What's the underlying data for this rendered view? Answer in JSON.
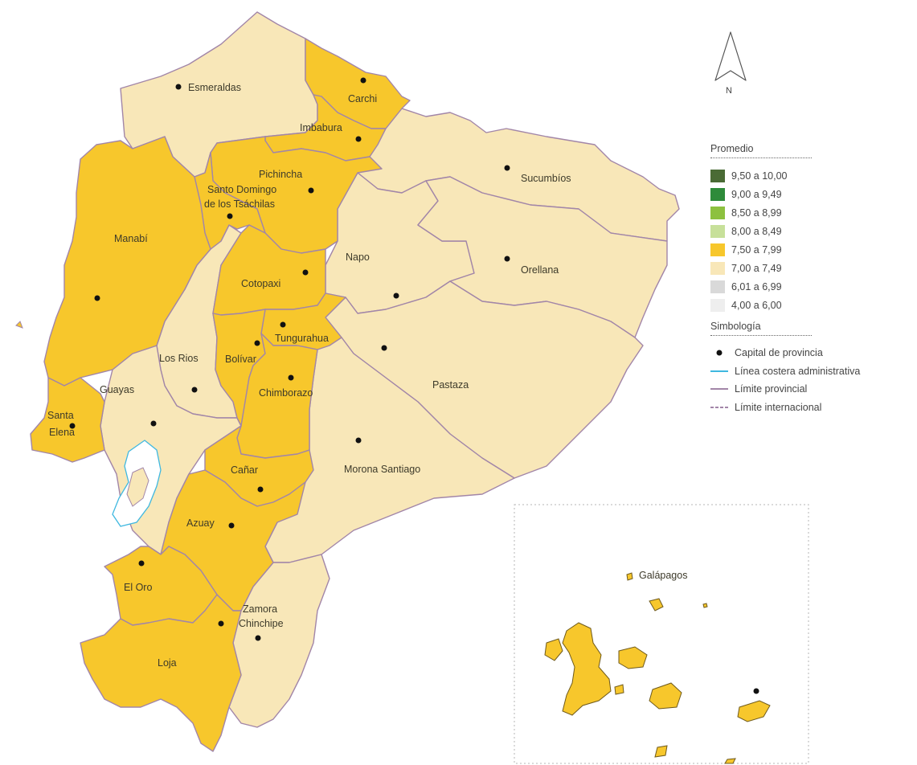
{
  "colors": {
    "class_750_799": "#f7c72c",
    "class_700_749": "#f8e7b8",
    "border_provincial": "#a286a8",
    "coast": "#3fb8e0",
    "water": "#ffffff"
  },
  "north_label": "N",
  "provinces": [
    {
      "id": "esmeraldas",
      "name": "Esmeraldas",
      "class": "7,00 a 7,49"
    },
    {
      "id": "carchi",
      "name": "Carchi",
      "class": "7,50 a 7,99"
    },
    {
      "id": "imbabura",
      "name": "Imbabura",
      "class": "7,50 a 7,99"
    },
    {
      "id": "sucumbios",
      "name": "Sucumbíos",
      "class": "7,00 a 7,49"
    },
    {
      "id": "pichincha",
      "name": "Pichincha",
      "class": "7,50 a 7,99"
    },
    {
      "id": "santo-domingo-1",
      "name": "Santo Domingo",
      "class": "7,50 a 7,99"
    },
    {
      "id": "santo-domingo-2",
      "name": "de los Tsáchilas",
      "class": "7,50 a 7,99"
    },
    {
      "id": "manabi",
      "name": "Manabí",
      "class": "7,50 a 7,99"
    },
    {
      "id": "napo",
      "name": "Napo",
      "class": "7,00 a 7,49"
    },
    {
      "id": "orellana",
      "name": "Orellana",
      "class": "7,00 a 7,49"
    },
    {
      "id": "cotopaxi",
      "name": "Cotopaxi",
      "class": "7,50 a 7,99"
    },
    {
      "id": "tungurahua",
      "name": "Tungurahua",
      "class": "7,50 a 7,99"
    },
    {
      "id": "los-rios",
      "name": "Los Rios",
      "class": "7,00 a 7,49"
    },
    {
      "id": "bolivar",
      "name": "Bolívar",
      "class": "7,50 a 7,99"
    },
    {
      "id": "guayas",
      "name": "Guayas",
      "class": "7,00 a 7,49"
    },
    {
      "id": "chimborazo",
      "name": "Chimborazo",
      "class": "7,50 a 7,99"
    },
    {
      "id": "pastaza",
      "name": "Pastaza",
      "class": "7,00 a 7,49"
    },
    {
      "id": "santa-elena-1",
      "name": "Santa",
      "class": "7,50 a 7,99"
    },
    {
      "id": "santa-elena-2",
      "name": "Elena",
      "class": "7,50 a 7,99"
    },
    {
      "id": "morona-santiago",
      "name": "Morona Santiago",
      "class": "7,00 a 7,49"
    },
    {
      "id": "canar",
      "name": "Cañar",
      "class": "7,50 a 7,99"
    },
    {
      "id": "azuay",
      "name": "Azuay",
      "class": "7,50 a 7,99"
    },
    {
      "id": "el-oro",
      "name": "El Oro",
      "class": "7,50 a 7,99"
    },
    {
      "id": "zamora-1",
      "name": "Zamora",
      "class": "7,00 a 7,49"
    },
    {
      "id": "zamora-2",
      "name": "Chinchipe",
      "class": "7,00 a 7,49"
    },
    {
      "id": "loja",
      "name": "Loja",
      "class": "7,50 a 7,99"
    },
    {
      "id": "galapagos",
      "name": "Galápagos",
      "class": "7,50 a 7,99"
    }
  ],
  "legend": {
    "title": "Promedio",
    "classes": [
      {
        "label": "9,50 a 10,00",
        "color": "#4a6b35"
      },
      {
        "label": "9,00 a  9,49",
        "color": "#2e8b3a"
      },
      {
        "label": "8,50 a  8,99",
        "color": "#8dc13f"
      },
      {
        "label": "8,00 a  8,49",
        "color": "#c7e09a"
      },
      {
        "label": "7,50 a  7,99",
        "color": "#f7c72c"
      },
      {
        "label": "7,00 a  7,49",
        "color": "#f8e7b8"
      },
      {
        "label": "6,01 a  6,99",
        "color": "#d9d9d9"
      },
      {
        "label": "4,00 a  6,00",
        "color": "#eeeeee"
      }
    ],
    "symbology_title": "Simbología",
    "symbols": [
      {
        "label": "Capital de provincia",
        "icon": "capital-dot-icon"
      },
      {
        "label": "Línea costera administrativa",
        "icon": "coastline-icon",
        "color": "#3fb8e0"
      },
      {
        "label": "Límite provincial",
        "icon": "provincial-boundary-icon",
        "color": "#a286a8"
      },
      {
        "label": "Límite internacional",
        "icon": "international-boundary-icon",
        "color": "#a286a8"
      }
    ]
  }
}
